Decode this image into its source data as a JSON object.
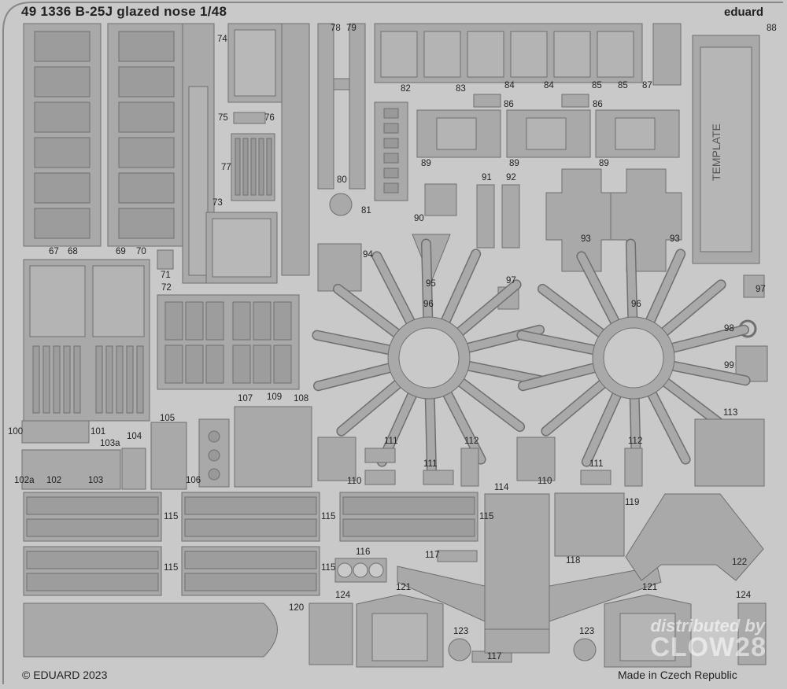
{
  "header": {
    "title": "49 1336  B-25J glazed nose    1/48",
    "brand": "eduard"
  },
  "footer": {
    "copyright": "© EDUARD 2023",
    "origin": "Made in Czech Republic"
  },
  "template_text": "TEMPLATE",
  "watermark": {
    "line1": "distributed by",
    "line2": "CLOW28"
  },
  "part_labels": [
    "67",
    "68",
    "69",
    "70",
    "71",
    "72",
    "73",
    "74",
    "75",
    "76",
    "77",
    "78",
    "79",
    "80",
    "81",
    "82",
    "83",
    "84",
    "84",
    "85",
    "85",
    "86",
    "86",
    "87",
    "88",
    "89",
    "89",
    "89",
    "90",
    "91",
    "92",
    "93",
    "93",
    "94",
    "95",
    "96",
    "96",
    "97",
    "97",
    "98",
    "99",
    "100",
    "101",
    "102a",
    "102",
    "103",
    "103a",
    "104",
    "105",
    "106",
    "107",
    "109",
    "108",
    "110",
    "110",
    "111",
    "111",
    "111",
    "112",
    "112",
    "113",
    "114",
    "115",
    "115",
    "115",
    "115",
    "115",
    "116",
    "117",
    "117",
    "118",
    "119",
    "120",
    "121",
    "121",
    "122",
    "123",
    "123",
    "124",
    "124"
  ],
  "colors": {
    "fret": "#c9c9c9",
    "part": "#a9a9a9",
    "edge": "#6f6f6f"
  }
}
